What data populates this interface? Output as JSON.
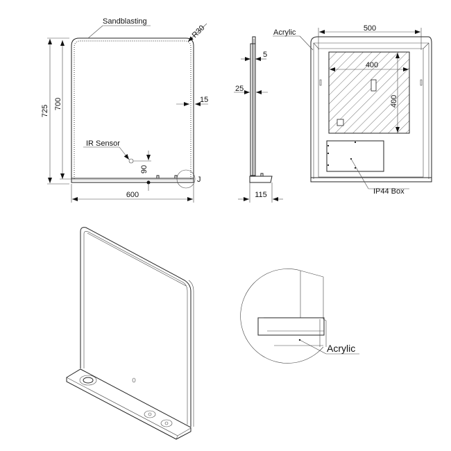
{
  "front_view": {
    "label_sandblasting": "Sandblasting",
    "label_radius": "R30",
    "dim_total_height": "725",
    "dim_mirror_height": "700",
    "dim_border": "15",
    "label_ir_sensor": "IR Sensor",
    "dim_sensor_height": "90",
    "dim_width": "600",
    "detail_ref": "J"
  },
  "side_view": {
    "dim_glass": "5",
    "dim_depth": "25",
    "dim_shelf_depth": "115"
  },
  "rear_view": {
    "label_acrylic": "Acrylic",
    "dim_width": "500",
    "dim_hatch_width": "400",
    "dim_hatch_height": "400",
    "label_ip44": "IP44  Box"
  },
  "detail_view": {
    "label_acrylic": "Acrylic"
  }
}
